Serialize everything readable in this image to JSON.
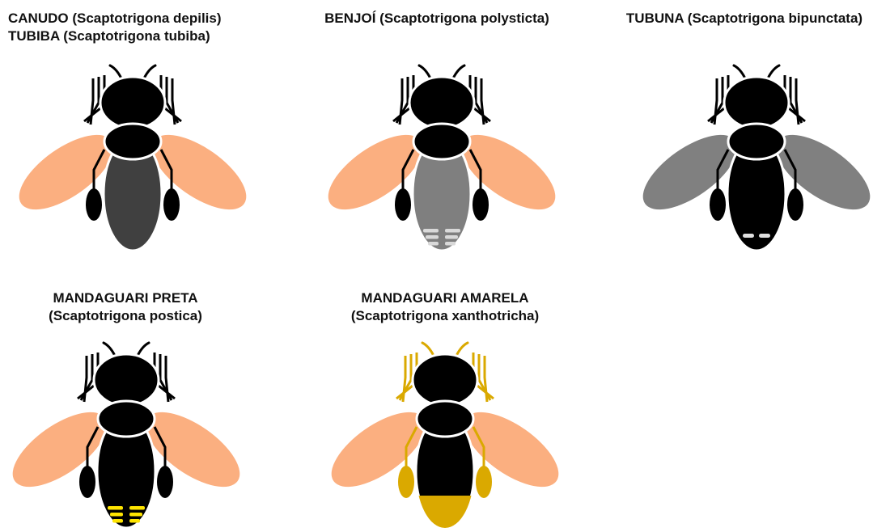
{
  "bees": [
    {
      "common_names": "CANUDO (Scaptotrigona depilis)",
      "second_line": "TUBIBA (Scaptotrigona tubiba)",
      "colors": {
        "wings": "#FBAF80",
        "abdomen": "#404040",
        "legs": "#000000",
        "appendage_lines": "#000000",
        "marks": "none"
      }
    },
    {
      "common_names": "BENJOÍ (Scaptotrigona polysticta)",
      "second_line": "",
      "colors": {
        "wings": "#FBAF80",
        "abdomen": "#7F7F7F",
        "legs": "#000000",
        "appendage_lines": "#000000",
        "marks": "#D9D9D9"
      }
    },
    {
      "common_names": "TUBUNA (Scaptotrigona bipunctata)",
      "second_line": "",
      "colors": {
        "wings": "#808080",
        "abdomen": "#000000",
        "legs": "#000000",
        "appendage_lines": "#000000",
        "marks": "#E0E0E0"
      }
    },
    {
      "common_names": "MANDAGUARI PRETA",
      "second_line": "(Scaptotrigona postica)",
      "colors": {
        "wings": "#FBAF80",
        "abdomen": "#000000",
        "legs": "#000000",
        "appendage_lines": "#000000",
        "marks": "#FFE500"
      }
    },
    {
      "common_names": "MANDAGUARI AMARELA",
      "second_line": "(Scaptotrigona xanthotricha)",
      "colors": {
        "wings": "#FBAF80",
        "abdomen": "#000000",
        "legs": "#DAA900",
        "appendage_lines": "#DAA900",
        "marks": "none",
        "abdomen_tip": "#DAA900"
      }
    }
  ]
}
